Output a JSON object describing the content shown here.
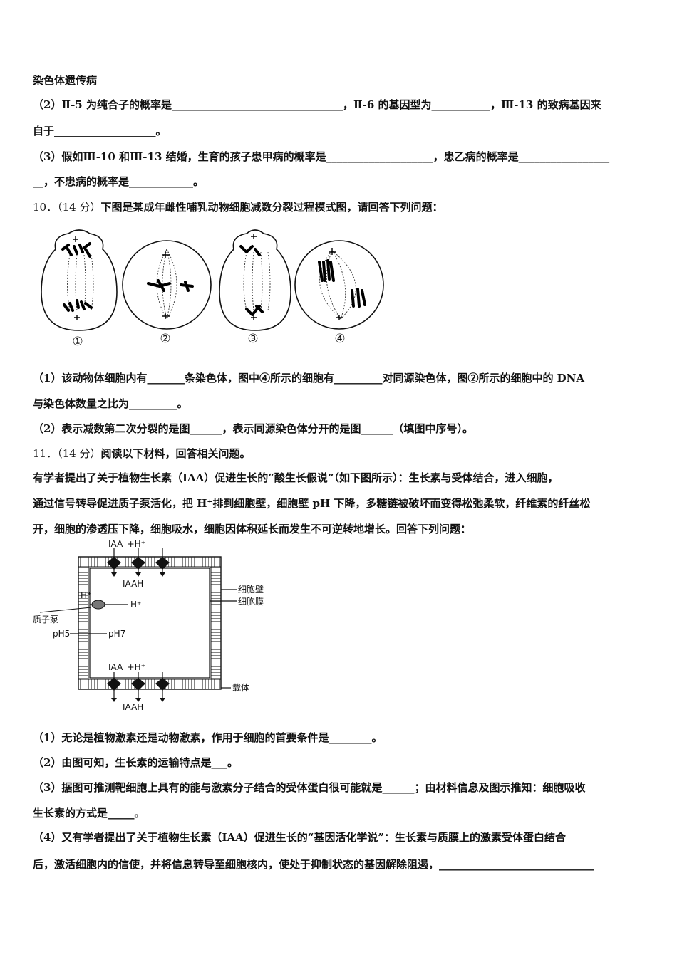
{
  "lines": {
    "l01": "染色体遗传病",
    "l02": "（2）Ⅱ-5 为纯合子的概率是________________________________，Ⅱ-6 的基因型为___________，Ⅲ-13 的致病基因来",
    "l03": "自于___________________。",
    "l04": "（3）假如Ⅲ-10 和Ⅲ-13 结婚，生育的孩子患甲病的概率是____________________，患乙病的概率是_________________",
    "l05": "__，不患病的概率是____________。",
    "l06_num": "10．（14 分）",
    "l06": "下图是某成年雌性哺乳动物细胞减数分裂过程模式图，请回答下列问题：",
    "l07": "（1）该动物体细胞内有_______条染色体，图中④所示的细胞有_________对同源染色体，图②所示的细胞中的 DNA",
    "l08": "与染色体数量之比为_________。",
    "l09": "（2）表示减数第二次分裂的是图______，表示同源染色体分开的是图______（填图中序号）。",
    "l10_num": "11．（14 分）",
    "l10": "阅读以下材料，回答相关问题。",
    "l11": "有学者提出了关于植物生长素（IAA）促进生长的“酸生长假说”（如下图所示）：生长素与受体结合，进入细胞，",
    "l12": "通过信号转导促进质子泵活化，把 H⁺排到细胞壁，细胞壁 pH 下降，多糖链被破坏而变得松弛柔软，纤维素的纤丝松",
    "l13": "开，细胞的渗透压下降，细胞吸水，细胞因体积延长而发生不可逆转地增长。回答下列问题：",
    "l14": "（1）无论是植物激素还是动物激素，作用于细胞的首要条件是________。",
    "l15": "（2）由图可知，生长素的运输特点是___。",
    "l16": "（3）据图可推测靶细胞上具有的能与激素分子结合的受体蛋白很可能就是______；由材料信息及图示推知：细胞吸收",
    "l17": "生长素的方式是_____。",
    "l18": "（4）又有学者提出了关于植物生长素（IAA）促进生长的“基因活化学说”：生长素与质膜上的激素受体蛋白结合",
    "l19": "后，激活细胞内的信使，并将信息转导至细胞核内，使处于抑制状态的基因解除阻遏，_____________________________"
  },
  "meiosis_figure": {
    "labels": [
      "①",
      "②",
      "③",
      "④"
    ]
  },
  "iaa_figure": {
    "top_label": "IAA⁻+H⁺",
    "top_iaah": "IAAH",
    "hplus_left": "H⁺",
    "pump_label": "质子泵",
    "hplus_inside": "H⁺",
    "ph_outside": "pH5",
    "ph_inside": "pH7",
    "bottom_label": "IAA⁻+H⁺",
    "bottom_iaah": "IAAH",
    "wall_label": "细胞壁",
    "membrane_label": "细胞膜",
    "carrier_label": "载体"
  }
}
